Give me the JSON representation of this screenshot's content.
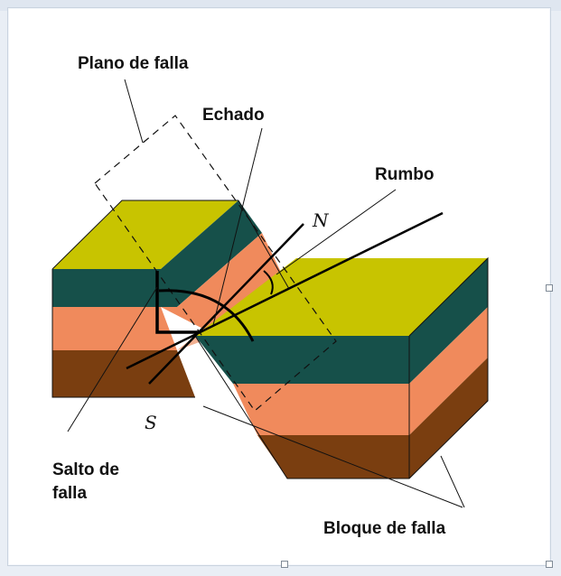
{
  "labels": {
    "plano": "Plano de falla",
    "echado": "Echado",
    "rumbo": "Rumbo",
    "salto_line1": "Salto de",
    "salto_line2": "falla",
    "bloque": "Bloque de falla",
    "north": "N",
    "south": "S"
  },
  "colors": {
    "top_surface": "#c8c400",
    "dark_green": "#16504a",
    "orange": "#f08a5c",
    "brown": "#7a3e10",
    "ink": "#111111"
  }
}
